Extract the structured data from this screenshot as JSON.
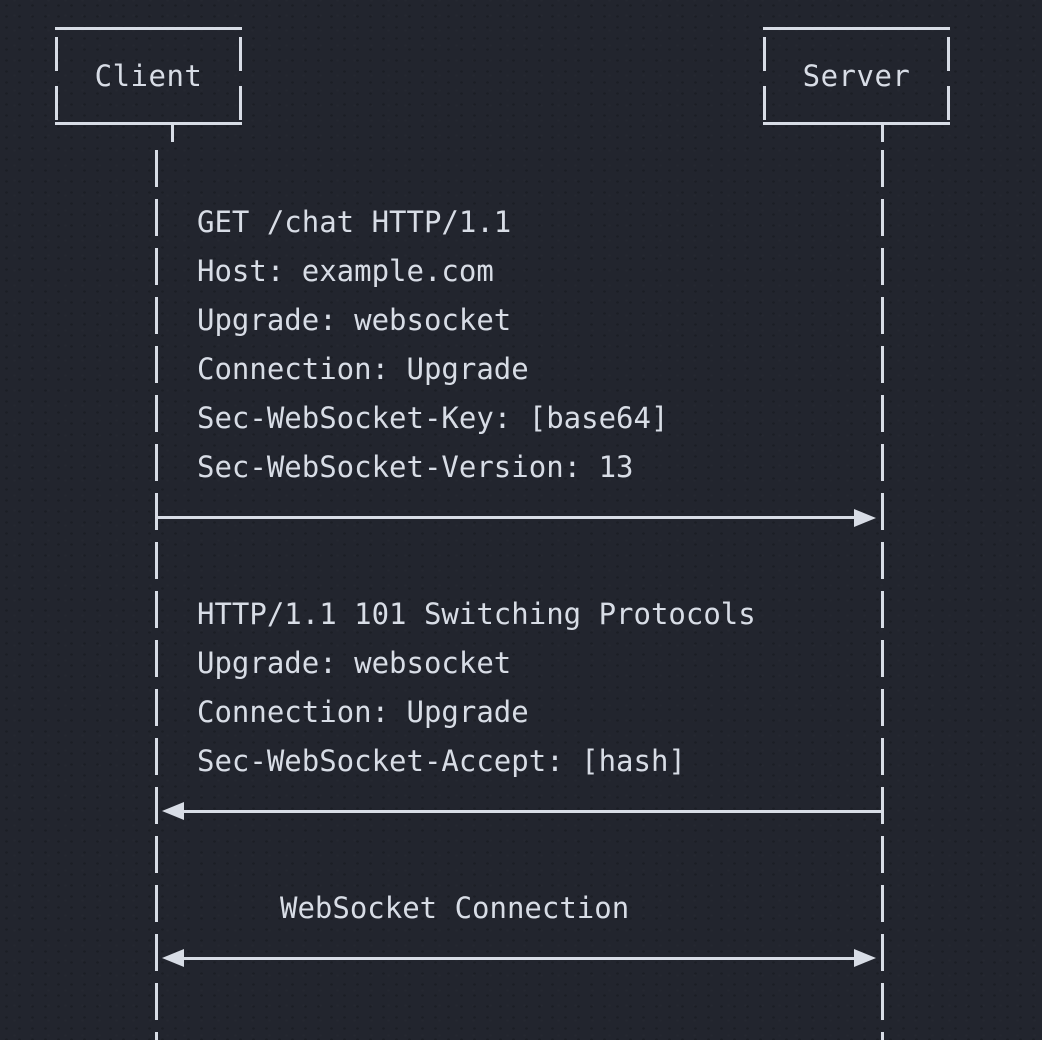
{
  "actors": {
    "client": "Client",
    "server": "Server"
  },
  "handshake_request": {
    "lines": [
      "GET /chat HTTP/1.1",
      "Host: example.com",
      "Upgrade: websocket",
      "Connection: Upgrade",
      "Sec-WebSocket-Key: [base64]",
      "Sec-WebSocket-Version: 13"
    ]
  },
  "handshake_response": {
    "lines": [
      "HTTP/1.1 101 Switching Protocols",
      "Upgrade: websocket",
      "Connection: Upgrade",
      "Sec-WebSocket-Accept: [hash]"
    ]
  },
  "established": {
    "label": "WebSocket Connection"
  },
  "arrows": [
    {
      "from": "Client",
      "to": "Server",
      "kind": "request"
    },
    {
      "from": "Server",
      "to": "Client",
      "kind": "response"
    },
    {
      "from": "Client",
      "to": "Server",
      "kind": "bidirectional"
    }
  ],
  "colors": {
    "background": "#22252e",
    "foreground": "#d8dde6"
  }
}
